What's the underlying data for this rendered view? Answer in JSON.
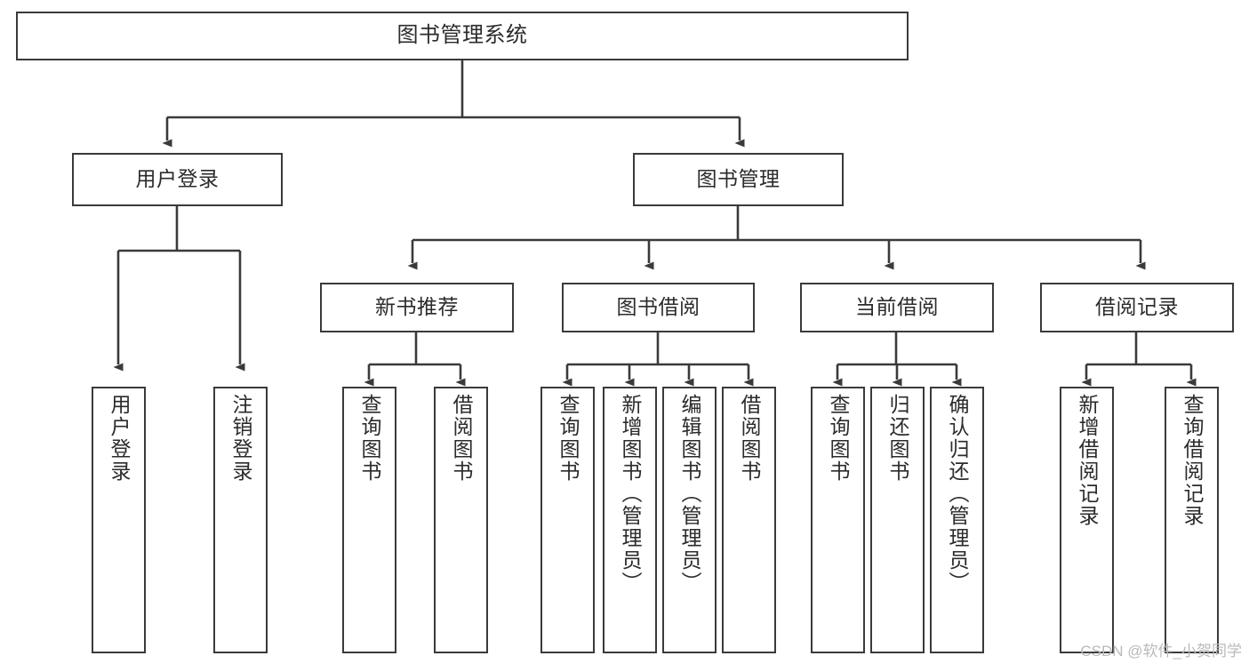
{
  "diagram": {
    "title": "图书管理系统",
    "type": "tree",
    "stroke_color": "#3a3a3a",
    "text_color": "#2b2b2b",
    "background_color": "#ffffff",
    "watermark": "CSDN @软件_小贺同学",
    "nodes": {
      "root": {
        "label": "图书管理系统"
      },
      "level1": [
        {
          "id": "user-login",
          "label": "用户登录"
        },
        {
          "id": "book-manage",
          "label": "图书管理"
        }
      ],
      "level2": [
        {
          "id": "new-book-recommend",
          "label": "新书推荐",
          "parent": "book-manage"
        },
        {
          "id": "book-borrow",
          "label": "图书借阅",
          "parent": "book-manage"
        },
        {
          "id": "current-borrow",
          "label": "当前借阅",
          "parent": "book-manage"
        },
        {
          "id": "borrow-record",
          "label": "借阅记录",
          "parent": "book-manage"
        }
      ],
      "leaves": [
        {
          "id": "leaf-user-login",
          "label": "用户登录",
          "parent": "user-login"
        },
        {
          "id": "leaf-logout",
          "label": "注销登录",
          "parent": "user-login"
        },
        {
          "id": "leaf-query-book-1",
          "label": "查询图书",
          "parent": "new-book-recommend"
        },
        {
          "id": "leaf-borrow-book-1",
          "label": "借阅图书",
          "parent": "new-book-recommend"
        },
        {
          "id": "leaf-query-book-2",
          "label": "查询图书",
          "parent": "book-borrow"
        },
        {
          "id": "leaf-add-book",
          "label": "新增图书（管理员）",
          "parent": "book-borrow"
        },
        {
          "id": "leaf-edit-book",
          "label": "编辑图书（管理员）",
          "parent": "book-borrow"
        },
        {
          "id": "leaf-borrow-book-2",
          "label": "借阅图书",
          "parent": "book-borrow"
        },
        {
          "id": "leaf-query-book-3",
          "label": "查询图书",
          "parent": "current-borrow"
        },
        {
          "id": "leaf-return-book",
          "label": "归还图书",
          "parent": "current-borrow"
        },
        {
          "id": "leaf-confirm-return",
          "label": "确认归还（管理员）",
          "parent": "current-borrow"
        },
        {
          "id": "leaf-add-record",
          "label": "新增借阅记录",
          "parent": "borrow-record"
        },
        {
          "id": "leaf-query-record",
          "label": "查询借阅记录",
          "parent": "borrow-record"
        }
      ]
    }
  }
}
